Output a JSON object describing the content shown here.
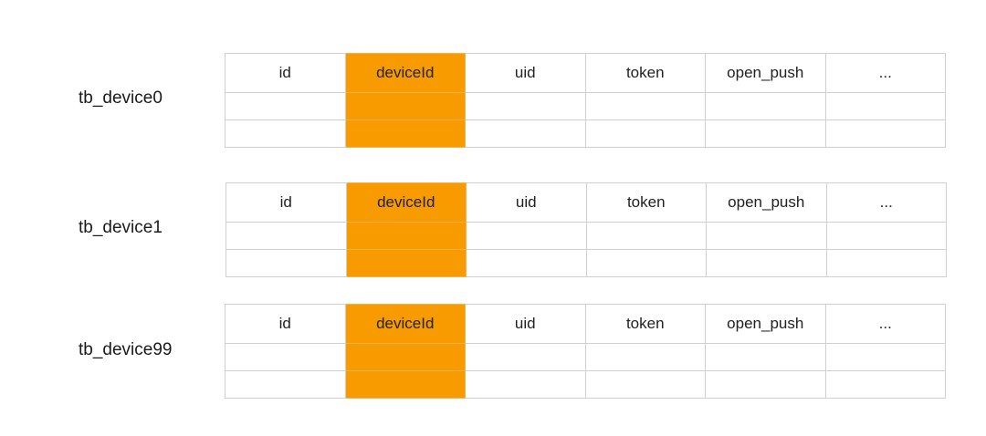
{
  "columns": [
    "id",
    "deviceId",
    "uid",
    "token",
    "open_push",
    "..."
  ],
  "key_column_color": "#f89b00",
  "key_column_index": 1,
  "tables": [
    {
      "name": "tb_device0"
    },
    {
      "name": "tb_device1"
    },
    {
      "name": "tb_device99"
    }
  ]
}
